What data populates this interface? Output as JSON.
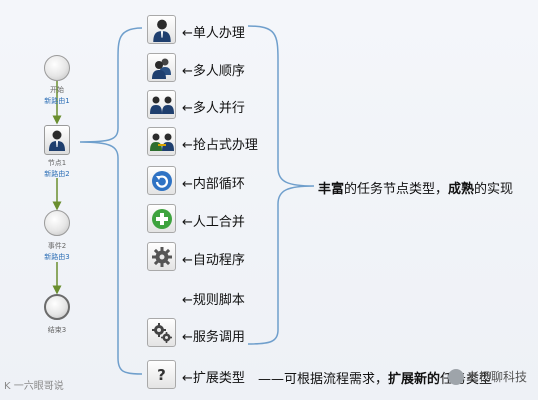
{
  "flow_nodes": {
    "start": "开始",
    "flow1": "新路由1",
    "task1": "节点1",
    "flow2": "新路由2",
    "event2": "事件2",
    "flow3": "新路由3",
    "end3": "结束3"
  },
  "items": [
    {
      "icon": "single-person-icon",
      "label": "←单人办理"
    },
    {
      "icon": "multi-person-sequence-icon",
      "label": "←多人顺序"
    },
    {
      "icon": "multi-person-parallel-icon",
      "label": "←多人并行"
    },
    {
      "icon": "grab-handle-icon",
      "label": "←抢占式办理"
    },
    {
      "icon": "loop-icon",
      "label": "←内部循环"
    },
    {
      "icon": "merge-plus-icon",
      "label": "←人工合并"
    },
    {
      "icon": "gear-icon",
      "label": "←自动程序"
    },
    {
      "icon": "",
      "label": "←规则脚本"
    },
    {
      "icon": "gears-icon",
      "label": "←服务调用"
    },
    {
      "icon": "question-icon",
      "label": "←扩展类型"
    }
  ],
  "right_caption": {
    "bold1": "丰富",
    "mid": "的任务节点类型，",
    "bold2": "成熟",
    "tail": "的实现"
  },
  "bottom_caption": {
    "prefix": "——可根据流程需求，",
    "bold": "扩展新的",
    "tail": "任务类型"
  },
  "watermarks": {
    "left": "K 一六眼哥说",
    "right": "老杨聊科技"
  },
  "colors": {
    "arrow": "#6a8e2f",
    "brace": "#6f9fcc",
    "flow_label": "#2a6db5"
  }
}
